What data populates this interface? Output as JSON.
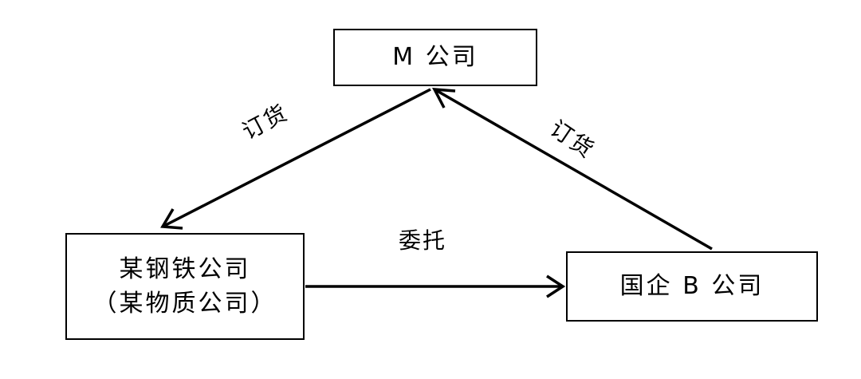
{
  "nodes": {
    "m_company": {
      "label": "M 公司"
    },
    "steel_company": {
      "line1": "某钢铁公司",
      "line2": "（某物质公司）"
    },
    "b_company": {
      "label": "国企 B 公司"
    }
  },
  "edges": {
    "m_to_steel": {
      "label": "订货"
    },
    "b_to_m": {
      "label": "订货"
    },
    "steel_to_b": {
      "label": "委托"
    }
  },
  "colors": {
    "stroke": "#000000",
    "background": "#ffffff"
  }
}
